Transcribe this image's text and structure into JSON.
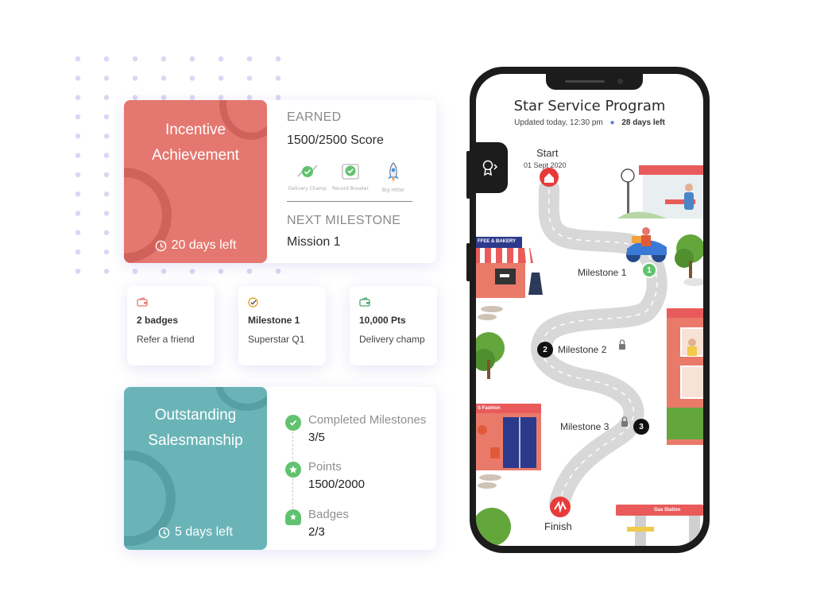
{
  "incentive_card": {
    "title_line1": "Incentive",
    "title_line2": "Achievement",
    "days_left": "20 days left",
    "earned_label": "EARNED",
    "score": "1500/2500 Score",
    "badges": [
      {
        "icon": "delivery-champ-badge-icon",
        "label": "Delivery Champ"
      },
      {
        "icon": "record-breaker-badge-icon",
        "label": "Record Breaker"
      },
      {
        "icon": "big-hitter-rocket-icon",
        "label": "Big Hitter"
      }
    ],
    "next_milestone_label": "NEXT MILESTONE",
    "next_milestone_value": "Mission 1",
    "accent": "#e4776f"
  },
  "stat_cards": [
    {
      "icon": "wallet-icon",
      "title": "2 badges",
      "subtitle": "Refer a friend"
    },
    {
      "icon": "badge-check-icon",
      "title": "Milestone 1",
      "subtitle": "Superstar Q1"
    },
    {
      "icon": "wallet-green-icon",
      "title": "10,000 Pts",
      "subtitle": "Delivery champ"
    }
  ],
  "sales_card": {
    "title_line1": "Outstanding",
    "title_line2": "Salesmanship",
    "days_left": "5 days left",
    "items": [
      {
        "icon": "check-circle-icon",
        "label": "Completed Milestones",
        "value": "3/5"
      },
      {
        "icon": "star-circle-icon",
        "label": "Points",
        "value": "1500/2000"
      },
      {
        "icon": "ribbon-badge-icon",
        "label": "Badges",
        "value": "2/3"
      }
    ],
    "accent": "#6ab4b7"
  },
  "phone": {
    "title": "Star Service Program",
    "updated": "Updated today, 12:30 pm",
    "days_left": "28 days left",
    "start_label": "Start",
    "start_date": "01 Sept 2020",
    "milestone1": "Milestone 1",
    "milestone2": "Milestone 2",
    "milestone3": "Milestone 3",
    "finish_label": "Finish",
    "num1": "1",
    "num2": "2",
    "num3": "3",
    "shop_bakery": "FFEE & BAKERY",
    "shop_fashion": "S Fashion",
    "shop_gas": "Gas Station"
  }
}
